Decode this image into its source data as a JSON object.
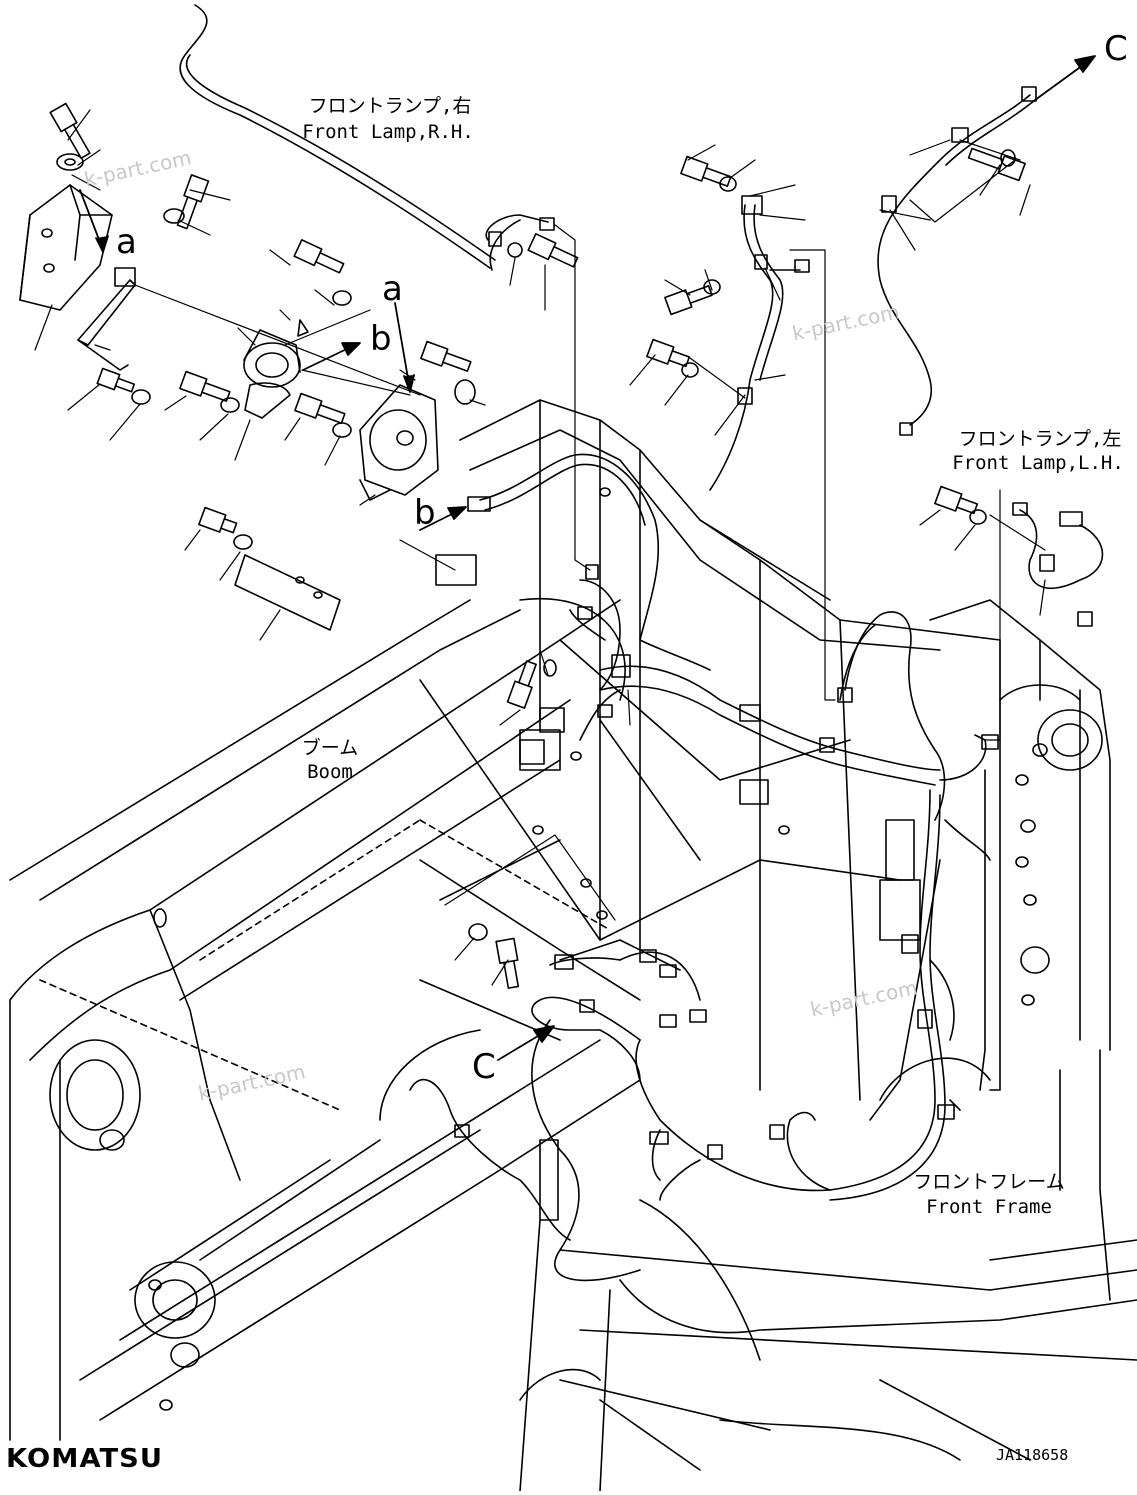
{
  "labels": {
    "front_lamp_rh_jp": "フロントランプ,右",
    "front_lamp_rh_en": "Front Lamp,R.H.",
    "front_lamp_lh_jp": "フロントランプ,左",
    "front_lamp_lh_en": "Front Lamp,L.H.",
    "boom_jp": "ブーム",
    "boom_en": "Boom",
    "front_frame_jp": "フロントフレーム",
    "front_frame_en": "Front Frame"
  },
  "refs": {
    "a": "a",
    "b": "b",
    "c": "C"
  },
  "watermark": "k-part.com",
  "brand": "KOMATSU",
  "drawing_code": "JA118658"
}
